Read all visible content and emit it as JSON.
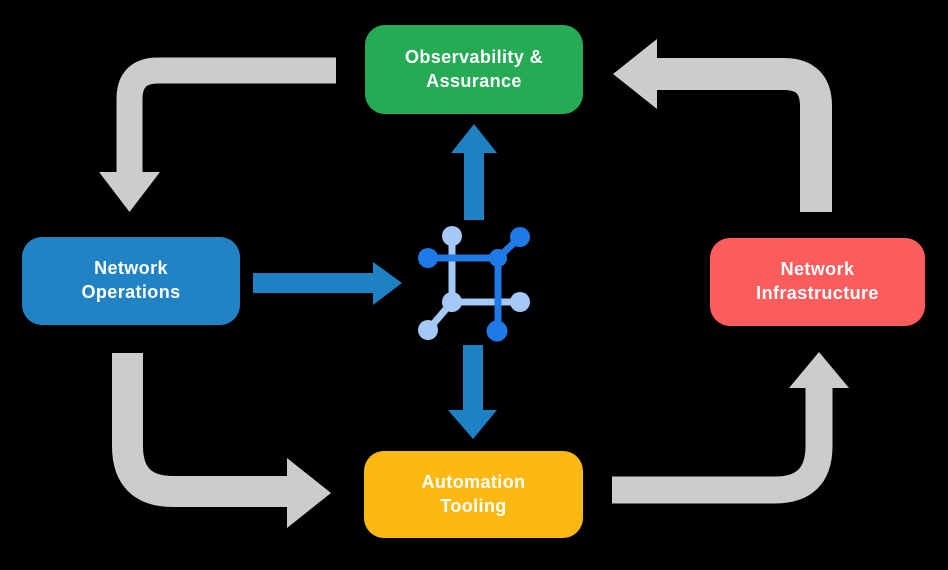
{
  "diagram": {
    "nodes": {
      "observability": {
        "line1": "Observability &",
        "line2": "Assurance"
      },
      "operations": {
        "line1": "Network",
        "line2": "Operations"
      },
      "infrastructure": {
        "line1": "Network",
        "line2": "Infrastructure"
      },
      "automation": {
        "line1": "Automation",
        "line2": "Tooling"
      }
    },
    "center_icon": "network-mesh-icon",
    "edges": [
      {
        "from": "observability",
        "to": "operations",
        "style": "gray"
      },
      {
        "from": "operations",
        "to": "automation",
        "style": "gray"
      },
      {
        "from": "automation",
        "to": "infrastructure",
        "style": "gray"
      },
      {
        "from": "infrastructure",
        "to": "observability",
        "style": "gray"
      },
      {
        "from": "operations",
        "to": "center-icon",
        "style": "blue"
      },
      {
        "from": "center-icon",
        "to": "observability",
        "style": "blue"
      },
      {
        "from": "center-icon",
        "to": "automation",
        "style": "blue"
      }
    ]
  },
  "colors": {
    "background": "#000000",
    "text": "#ffffff",
    "green": "#26ab55",
    "blue": "#2182c4",
    "red": "#fc5c5c",
    "yellow": "#fcb914",
    "gray": "#cccccc",
    "blue_arrow": "#1e81c4",
    "icon_dark": "#1f7ae8",
    "icon_light": "#a5c9f6"
  }
}
